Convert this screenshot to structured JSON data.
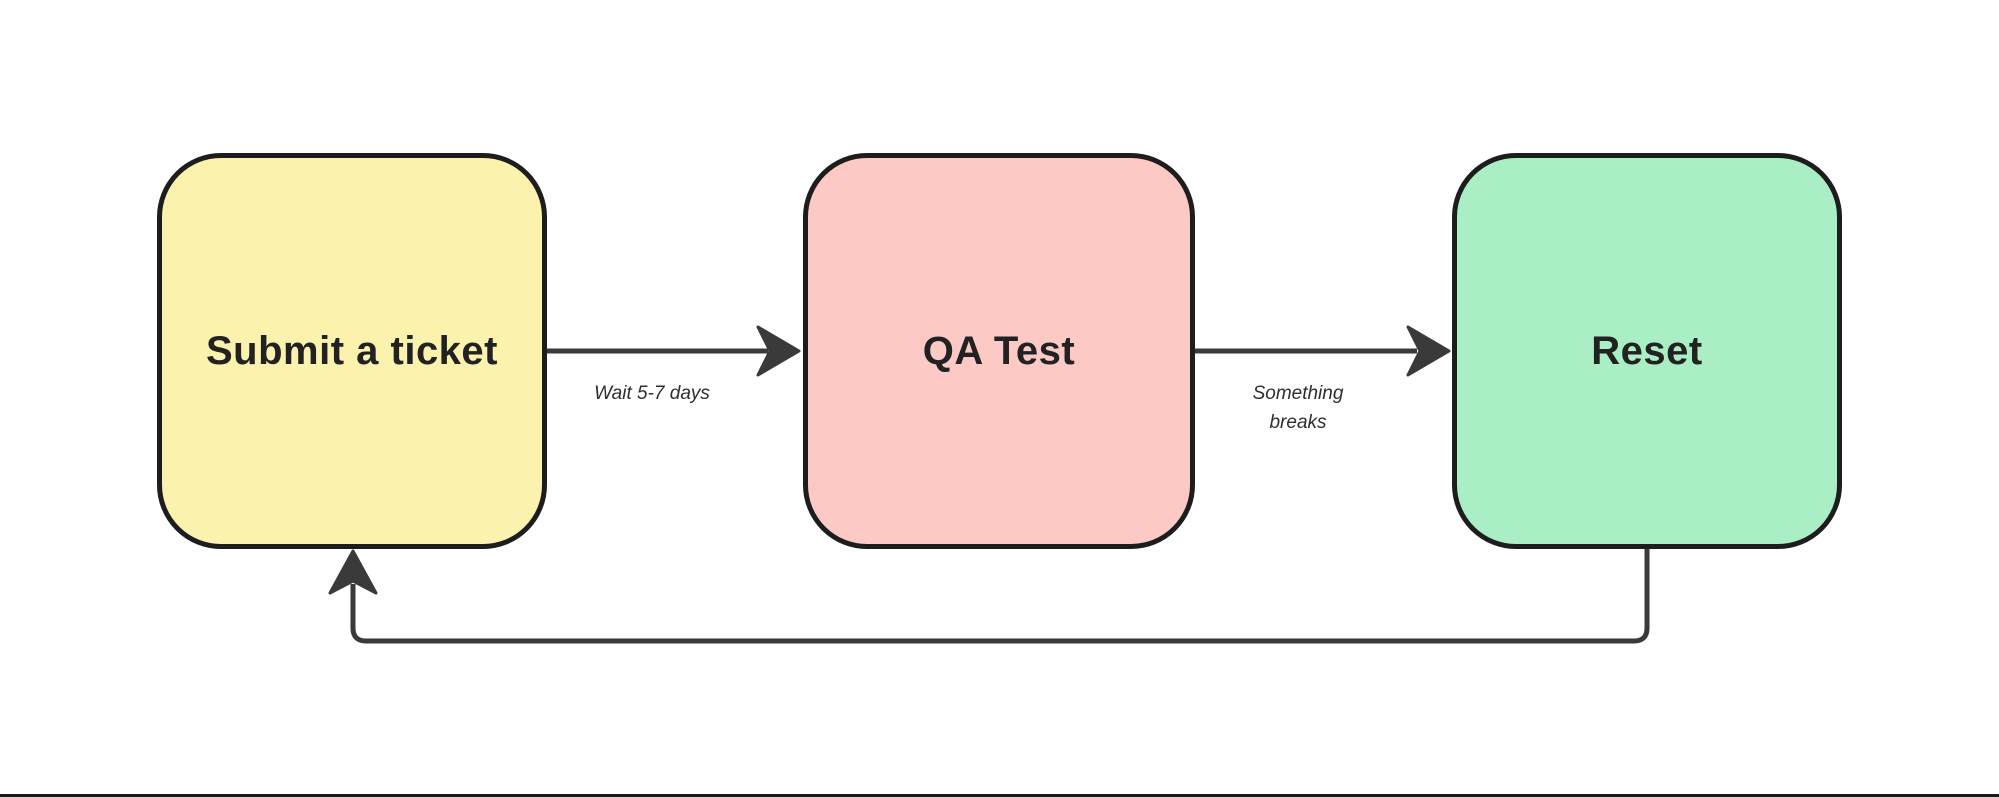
{
  "diagram": {
    "background_color": "#ffffff",
    "node_border_color": "#1d1d1d",
    "node_label_color": "#222222",
    "arrow_color": "#3a3a3a",
    "edge_label_color": "#2e2e2e",
    "bottom_rule_color": "#1a1a1a",
    "nodes": [
      {
        "label": "Submit a ticket",
        "fill": "#fbf2ad"
      },
      {
        "label": "QA Test",
        "fill": "#fcc9c5"
      },
      {
        "label": "Reset",
        "fill": "#aaeec5"
      }
    ],
    "edges": [
      {
        "from": "Submit a ticket",
        "to": "QA Test",
        "label": "Wait 5-7 days"
      },
      {
        "from": "QA Test",
        "to": "Reset",
        "label": "Something breaks"
      },
      {
        "from": "Reset",
        "to": "Submit a ticket",
        "label": ""
      }
    ]
  }
}
